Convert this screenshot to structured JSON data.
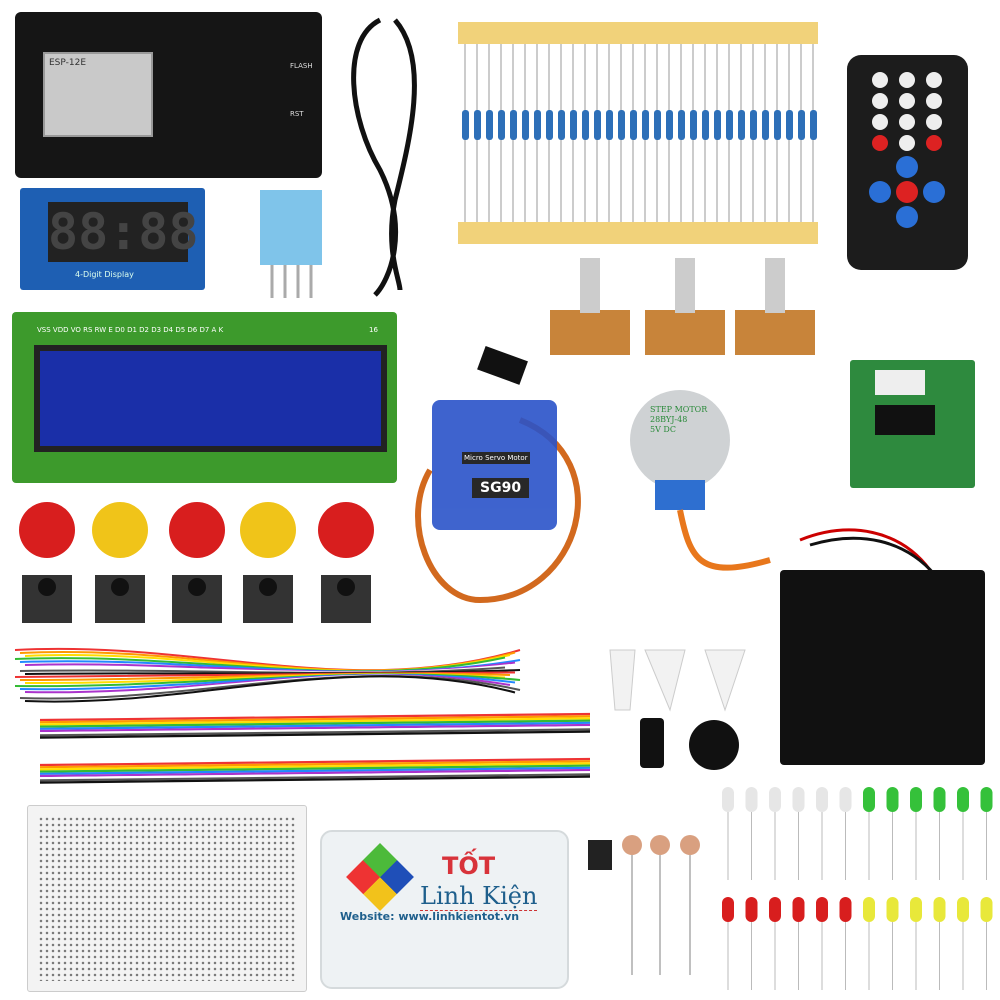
{
  "esp_board": {
    "module": "ESP-12E",
    "flash": "FLASH",
    "rst": "RST"
  },
  "display": {
    "label": "4-Digit Display",
    "digits": "88:88"
  },
  "lcd": {
    "pins": "VSS VDD VO RS RW E D0 D1 D2 D3 D4 D5 D6 D7 A K",
    "pin_count": "16"
  },
  "servo": {
    "brand": "Micro Servo Motor",
    "model": "SG90"
  },
  "stepper": {
    "line1": "STEP MOTOR",
    "line2": "28BYJ-48",
    "line3": "5V DC"
  },
  "box": {
    "brand_top": "TỐT",
    "brand": "Linh Kiện",
    "website": "Website: www.linhkientot.vn"
  },
  "colors": {
    "button_caps": [
      "#d81e1e",
      "#f0c419",
      "#d81e1e",
      "#f0c419",
      "#d81e1e"
    ]
  }
}
